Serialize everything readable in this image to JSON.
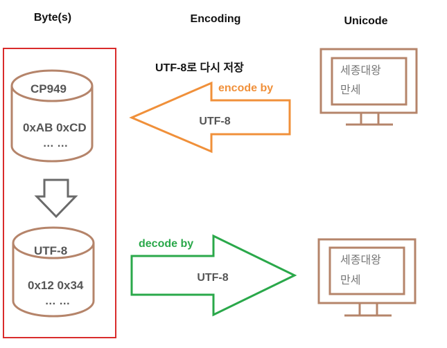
{
  "headers": {
    "bytes": "Byte(s)",
    "encoding": "Encoding",
    "unicode": "Unicode"
  },
  "caption": "UTF-8로 다시 저장",
  "db_top": {
    "name": "CP949",
    "values": "0xAB  0xCD",
    "ellipsis": "… …"
  },
  "db_bottom": {
    "name": "UTF-8",
    "values": "0x12  0x34",
    "ellipsis": "… …"
  },
  "arrow_encode": {
    "label": "encode by",
    "text": "UTF-8",
    "color": "#f0903a"
  },
  "arrow_decode": {
    "label": "decode by",
    "text": "UTF-8",
    "color": "#2aa84a"
  },
  "monitor_top": {
    "line1": "세종대왕",
    "line2": "만세"
  },
  "monitor_bottom": {
    "line1": "세종대왕",
    "line2": "만세"
  },
  "colors": {
    "frame": "#d92b2b",
    "brown": "#b5846a",
    "gray_arrow": "#6a6a6a"
  }
}
